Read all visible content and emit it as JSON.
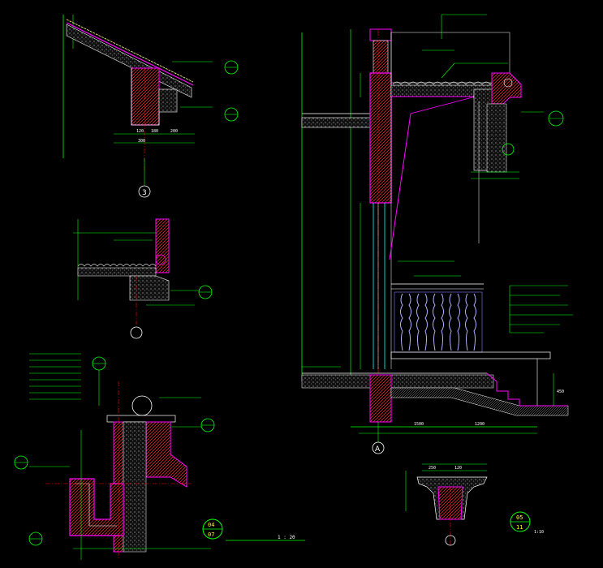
{
  "drawing": {
    "title_label": "",
    "title_scale": "1 : 20",
    "bubble_a": "A",
    "bubble_3": "3",
    "bubble_04_top": "04",
    "bubble_04_bottom": "07",
    "bubble_05_top": "05",
    "bubble_05_bottom": "11",
    "detail_scale_05": "1:10"
  },
  "colors": {
    "background": "#000000",
    "outline": "#ffffff",
    "dimension": "#00ff00",
    "hatch_red": "#ff2020",
    "magenta": "#ff00ff",
    "yellow_tile": "#ffff80",
    "cyan": "#00ffff",
    "leader": "#00ff00",
    "axis": "#ff0000",
    "baluster": "#8080ff"
  }
}
